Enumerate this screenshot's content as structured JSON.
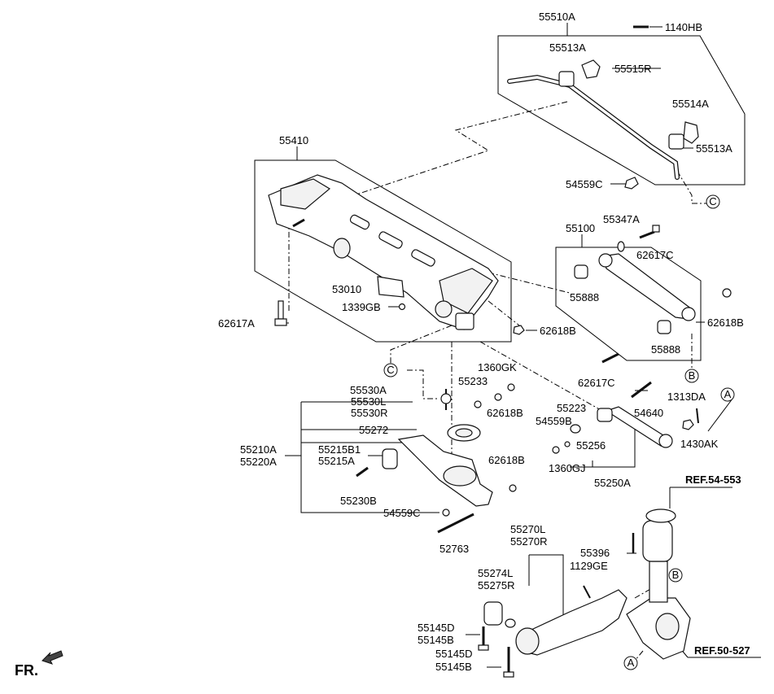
{
  "parts": {
    "p55510A": "55510A",
    "p1140HB": "1140HB",
    "p55513A_top": "55513A",
    "p55515R": "55515R",
    "p55514A": "55514A",
    "p55513A_right": "55513A",
    "p54559C_top": "54559C",
    "p55410": "55410",
    "p55100": "55100",
    "p55347A": "55347A",
    "p62617C_top": "62617C",
    "p55888_left": "55888",
    "p62618B_right": "62618B",
    "p55888_right": "55888",
    "p53010": "53010",
    "p1339GB": "1339GB",
    "p62617A": "62617A",
    "p62618B_mid": "62618B",
    "p62617C_bot": "62617C",
    "p1360GK": "1360GK",
    "p55233": "55233",
    "p62618B_left": "62618B",
    "p55530A": "55530A",
    "p55530L": "55530L",
    "p55530R": "55530R",
    "p55272": "55272",
    "p55210A": "55210A",
    "p55220A": "55220A",
    "p55215B1": "55215B1",
    "p55215A": "55215A",
    "p55230B": "55230B",
    "p62618B_low": "62618B",
    "p54559C_low": "54559C",
    "p52763": "52763",
    "p55223": "55223",
    "p54559B": "54559B",
    "p55256": "55256",
    "p1360GJ": "1360GJ",
    "p55250A": "55250A",
    "p54640": "54640",
    "p1313DA": "1313DA",
    "p1430AK": "1430AK",
    "p55270L": "55270L",
    "p55270R": "55270R",
    "p55396": "55396",
    "p1129GE": "1129GE",
    "p55274L": "55274L",
    "p55275R": "55275R",
    "p55145D_a": "55145D",
    "p55145B_a": "55145B",
    "p55145D_b": "55145D",
    "p55145B_b": "55145B"
  },
  "refs": {
    "ref_top": "REF.54-553",
    "ref_bottom": "REF.50-527"
  },
  "circle_labels": {
    "c_top": "C",
    "c_mid": "C",
    "b_mid": "B",
    "a_mid": "A",
    "b_low": "B",
    "a_low": "A"
  },
  "footer": {
    "front_label": "FR."
  }
}
